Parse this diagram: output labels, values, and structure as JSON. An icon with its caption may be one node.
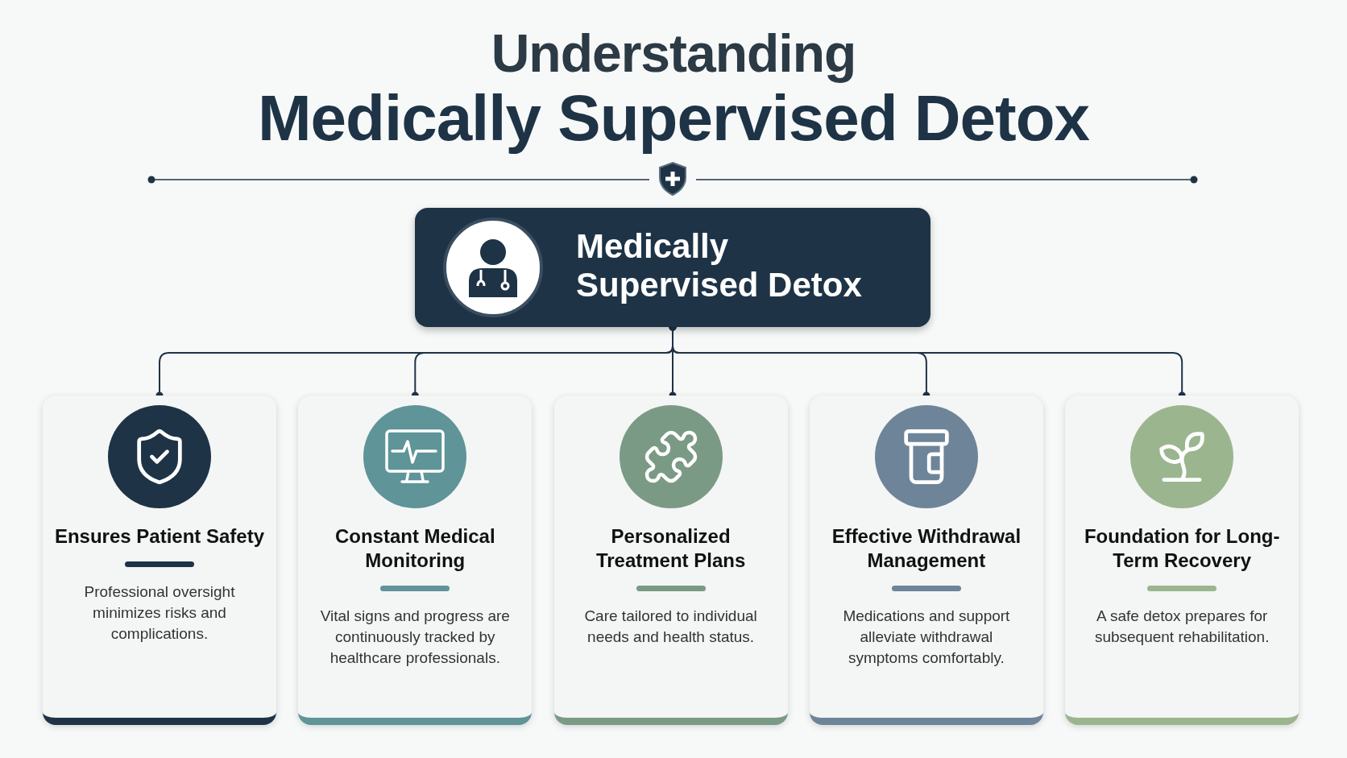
{
  "diagram": {
    "title": "Understanding Medically Supervised Detox",
    "nodes": [
      {
        "text": [
          "Medically Supervised Detox"
        ]
      },
      {
        "text": [
          "Ensures Patient Safety",
          "Professional oversight minimizes risks and complications."
        ]
      },
      {
        "text": [
          "Constant Medical Monitoring",
          "Vital signs and progress are continuously tracked by healthcare professionals."
        ]
      },
      {
        "text": [
          "Personalized Treatment Plans",
          "Care tailored to individual needs and health status."
        ]
      },
      {
        "text": [
          "Effective Withdrawal Management",
          "Medications and support alleviate withdrawal symptoms comfortably."
        ]
      },
      {
        "text": [
          "Foundation for Long-Term Recovery",
          "A safe detox prepares for subsequent rehabilitation."
        ]
      }
    ],
    "edges": [
      {
        "from": 0,
        "to": 1,
        "arrow": "other"
      },
      {
        "from": 0,
        "to": 2,
        "arrow": "other"
      },
      {
        "from": 0,
        "to": 3,
        "arrow": "other"
      },
      {
        "from": 0,
        "to": 4,
        "arrow": "other"
      },
      {
        "from": 0,
        "to": 5,
        "arrow": "other"
      }
    ]
  }
}
